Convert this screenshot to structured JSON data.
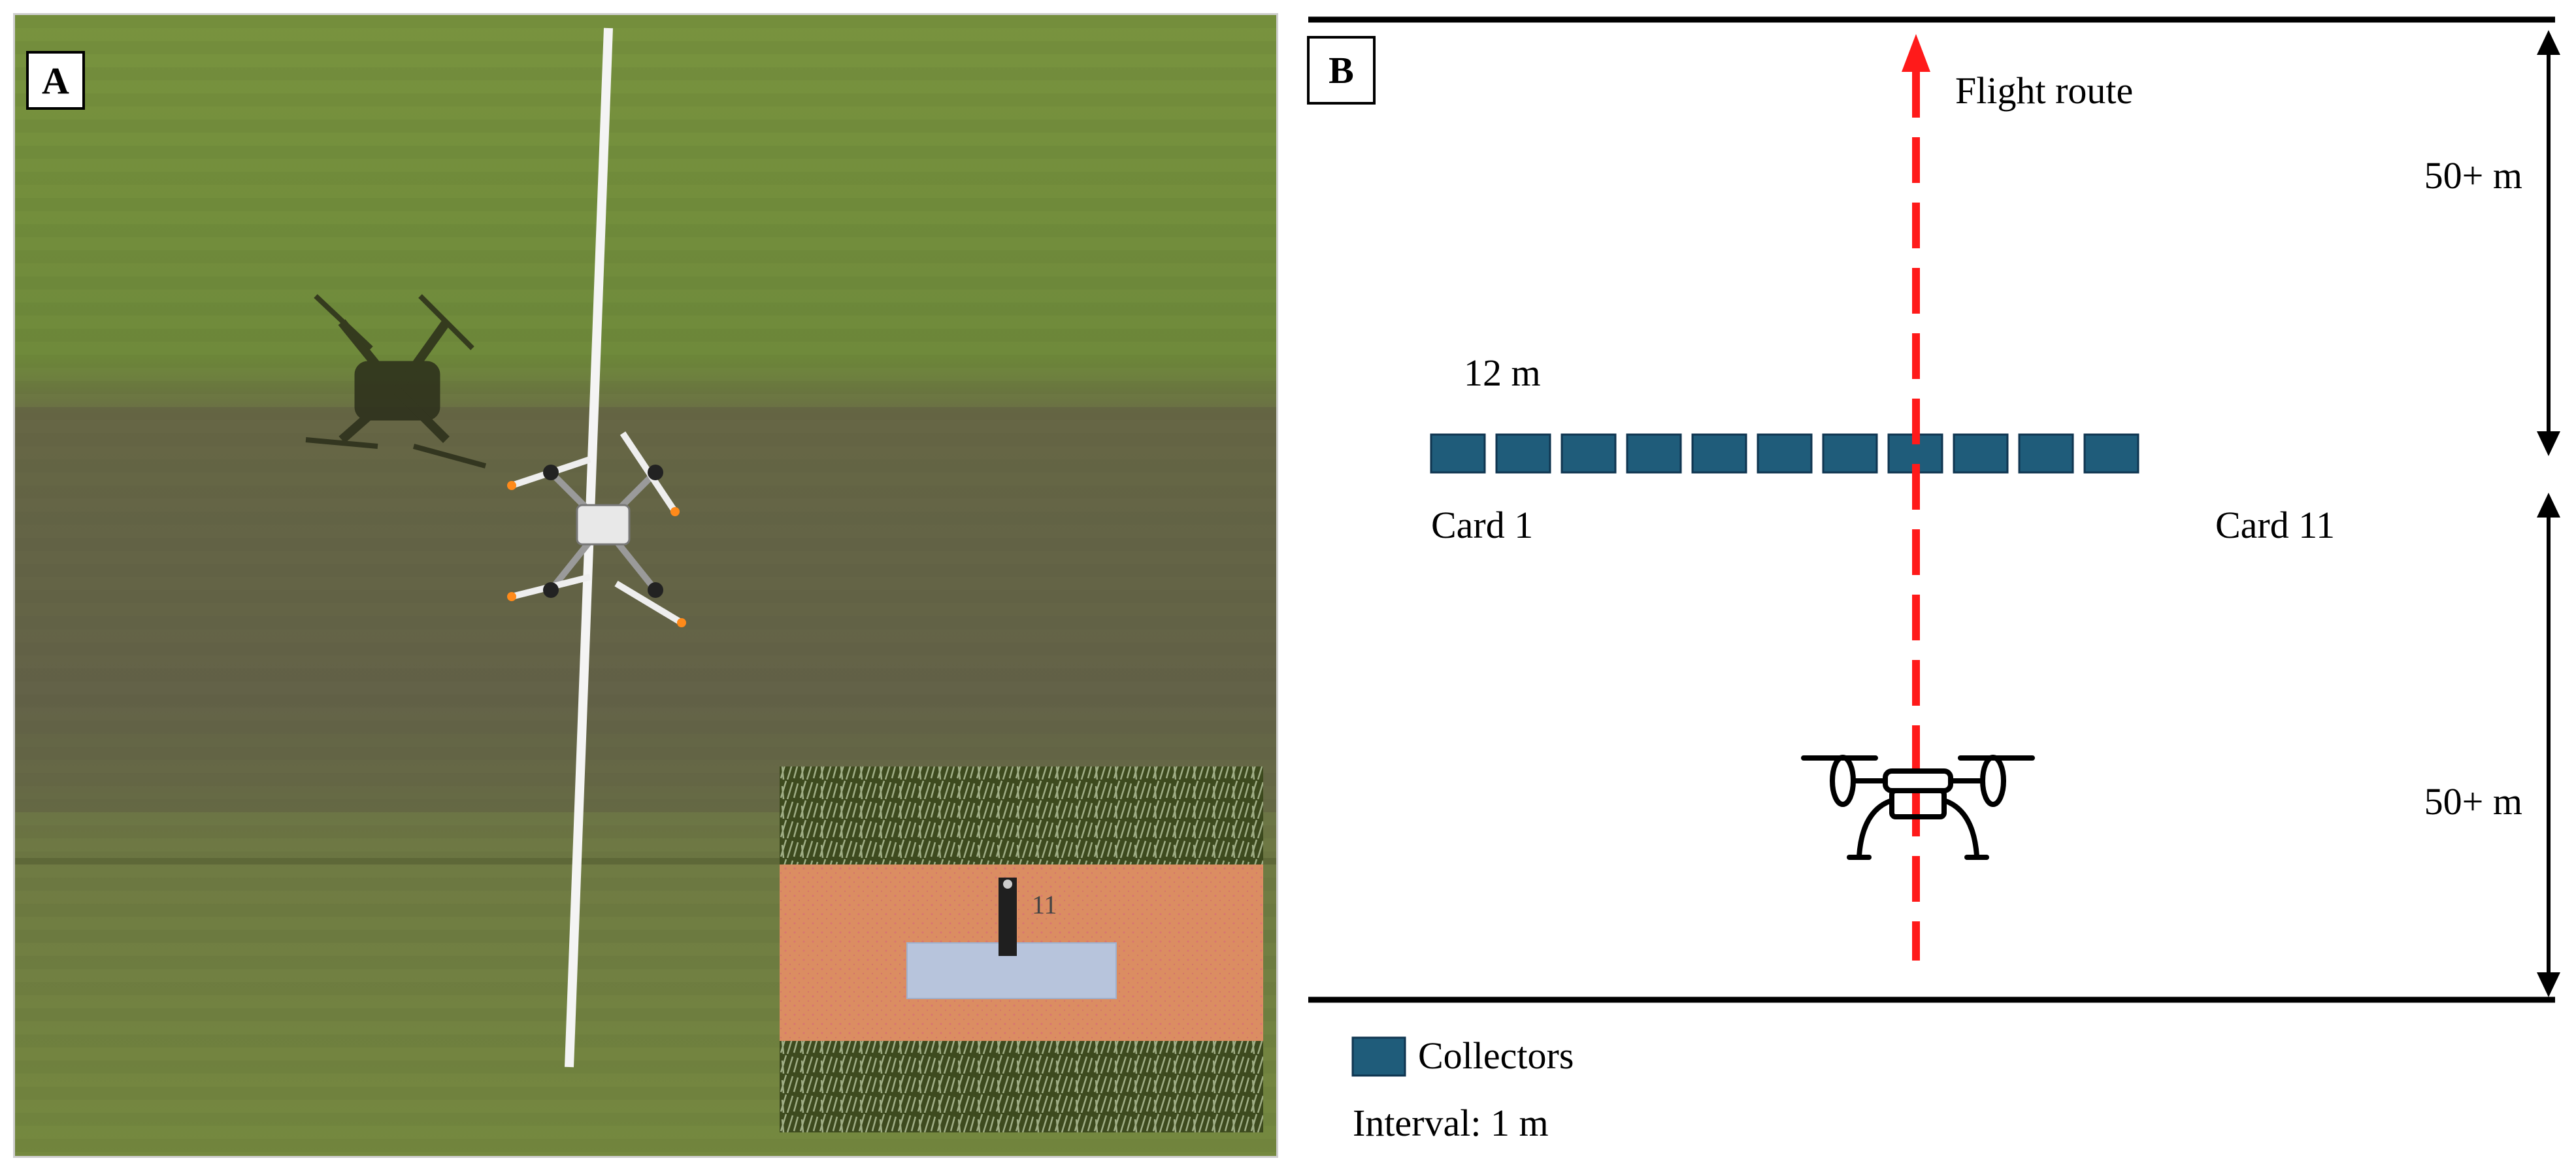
{
  "panel_a": {
    "label": "A",
    "inset_card_number": "11",
    "colors": {
      "grass": "#6e8a3a",
      "grass_dark": "#5b6f37",
      "trampled": "#6d6a4a",
      "card": "#d98a5f",
      "tape": "#f6f6f6"
    }
  },
  "panel_b": {
    "label": "B",
    "flight_route_label": "Flight route",
    "distance_top_label": "50+ m",
    "distance_bottom_label": "50+ m",
    "line_length_label": "12 m",
    "card_first_label": "Card 1",
    "card_last_label": "Card 11",
    "legend": {
      "collectors_label": "Collectors",
      "interval_label": "Interval: 1 m"
    },
    "collector_count": 11,
    "colors": {
      "collector": "#1f5c7a",
      "flight_route": "#ff1a1a",
      "lines": "#000000"
    }
  }
}
